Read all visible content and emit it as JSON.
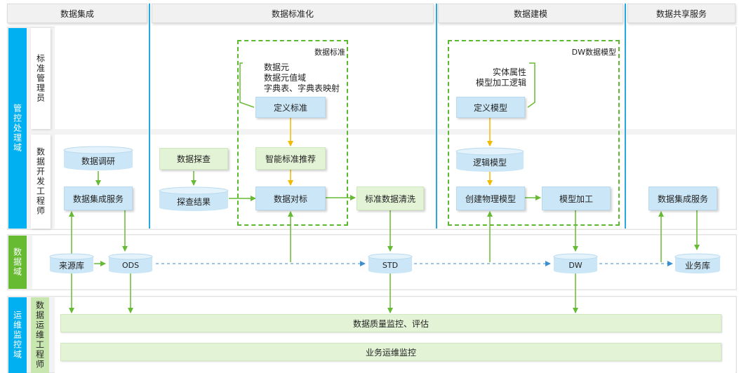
{
  "columns": {
    "integration": "数据集成",
    "standardization": "数据标准化",
    "modeling": "数据建模",
    "sharing": "数据共享服务"
  },
  "domains": {
    "control": "管控处理域",
    "data": "数据域",
    "ops": "运维监控域"
  },
  "roles": {
    "std_admin": "标准管理员",
    "dev_engineer": "数据开发工程师",
    "ops_engineer": "数据运维工程师"
  },
  "regions": {
    "data_standard": "数据标准",
    "dw_model": "DW数据模型"
  },
  "notes": {
    "standard_items": [
      "数据元",
      "数据元值域",
      "字典表、字典表映射"
    ],
    "model_items": [
      "实体属性",
      "模型加工逻辑"
    ]
  },
  "boxes": {
    "define_standard": "定义标准",
    "smart_recommend": "智能标准推荐",
    "data_mapping": "数据对标",
    "data_survey": "数据调研",
    "integration_service": "数据集成服务",
    "data_explore": "数据探查",
    "explore_result": "探查结果",
    "std_cleaning": "标准数据清洗",
    "define_model": "定义模型",
    "logic_model": "逻辑模型",
    "physical_model": "创建物理模型",
    "model_process": "模型加工",
    "sharing_service": "数据集成服务"
  },
  "stores": {
    "source": "来源库",
    "ods": "ODS",
    "std": "STD",
    "dw": "DW",
    "business": "业务库"
  },
  "monitor": {
    "quality": "数据质量监控、评估",
    "business_ops": "业务运维监控"
  },
  "colors": {
    "blue_bar": "#00b0f0",
    "green_bar": "#66bb33",
    "box_blue": "#cbe7f7",
    "box_green": "#e2f3d6",
    "arrow_green": "#66bb33",
    "arrow_yellow": "#f5b800",
    "arrow_blue_dashed": "#3a8fd0"
  }
}
